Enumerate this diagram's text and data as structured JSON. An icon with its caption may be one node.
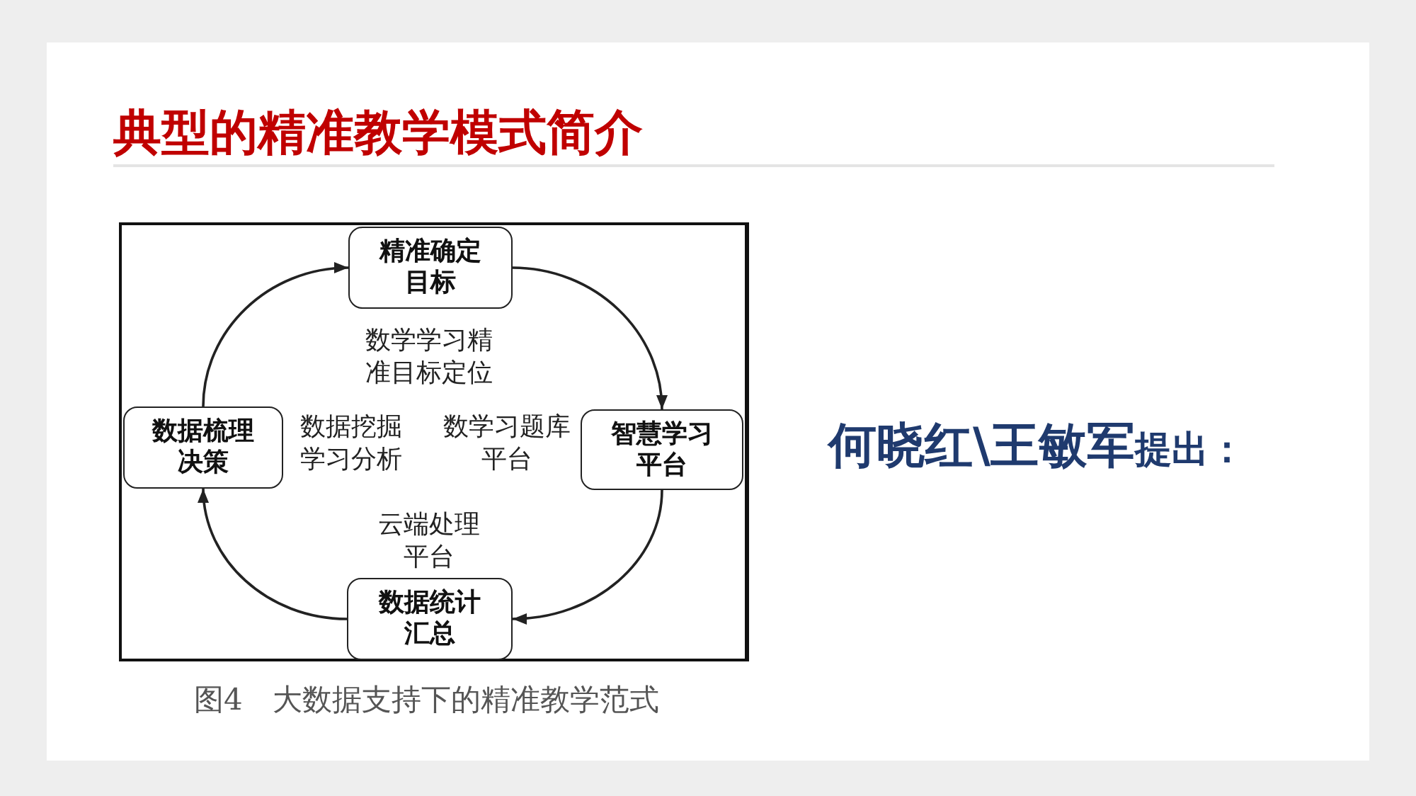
{
  "diagram": {
    "title": "典型的精准教学模式简介",
    "caption": "图4　大数据支持下的精准教学范式",
    "nodes": [
      {
        "text": [
          "精准确定目标"
        ],
        "beside": [
          "数学学习精准目标定位"
        ]
      },
      {
        "text": [
          "数据梳理决策"
        ],
        "beside": [
          "数据挖掘学习分析"
        ]
      },
      {
        "text": [
          "智慧学习平台"
        ],
        "beside": [
          "数学习题库平台"
        ]
      },
      {
        "text": [
          "数据统计汇总"
        ],
        "beside": [
          "云端处理平台"
        ]
      }
    ],
    "edges": [
      {
        "from": 0,
        "to": 2,
        "arrow": "to"
      },
      {
        "from": 2,
        "to": 3,
        "arrow": "to"
      },
      {
        "from": 3,
        "to": 1,
        "arrow": "to"
      },
      {
        "from": 1,
        "to": 0,
        "arrow": "to"
      }
    ],
    "labels": [
      "**何晓红\\王敏军**提出："
    ]
  }
}
